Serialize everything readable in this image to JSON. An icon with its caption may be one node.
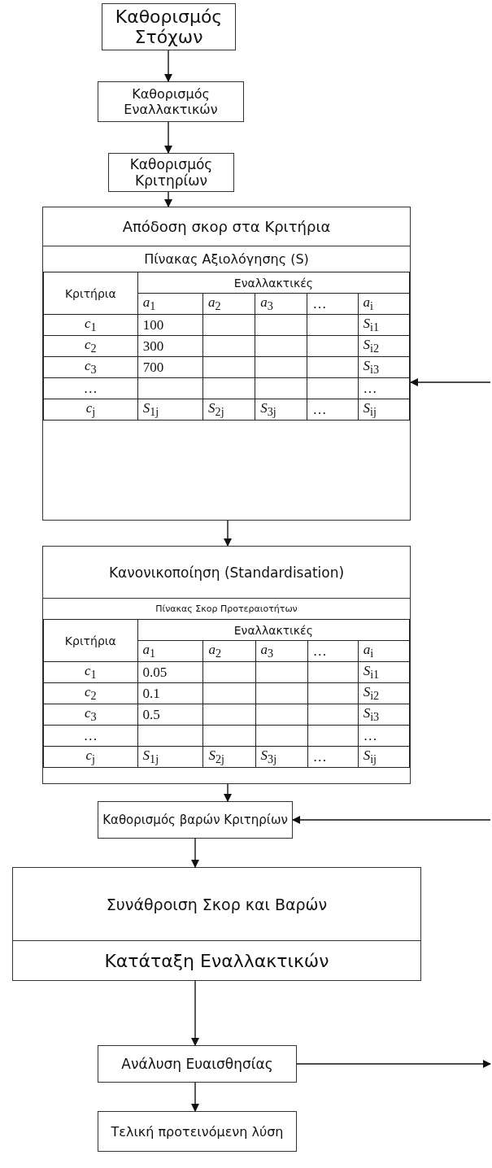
{
  "diagram": {
    "nodes": [
      {
        "text": [
          "Καθορισμός Στόχων"
        ]
      },
      {
        "text": [
          "Καθορισμός Εναλλακτικών"
        ]
      },
      {
        "text": [
          "Καθορισμός Κριτηρίων"
        ]
      },
      {
        "text": [
          "Απόδοση σκορ στα Κριτήρια",
          "Πίνακας Αξιολόγησης (S)"
        ]
      },
      {
        "text": [
          "Κανονικοποίηση (Standardisation)",
          "Πίνακας Σκορ Προτεραιοτήτων"
        ]
      },
      {
        "text": [
          "Καθορισμός βαρών Κριτηρίων"
        ]
      },
      {
        "text": [
          "Συνάθροιση Σκορ και Βαρών",
          "Κατάταξη Εναλλακτικών"
        ]
      },
      {
        "text": [
          "Ανάλυση Ευαισθησίας"
        ]
      },
      {
        "text": [
          "Τελική προτεινόμενη λύση"
        ]
      }
    ],
    "edges": [
      {
        "from": 0,
        "to": 1,
        "arrow": "to"
      },
      {
        "from": 1,
        "to": 2,
        "arrow": "to"
      },
      {
        "from": 2,
        "to": 3,
        "arrow": "to"
      },
      {
        "from": 3,
        "to": 4,
        "arrow": "to"
      },
      {
        "from": 4,
        "to": 5,
        "arrow": "to"
      },
      {
        "from": 5,
        "to": 6,
        "arrow": "to"
      },
      {
        "from": 6,
        "to": 7,
        "arrow": "to"
      },
      {
        "from": 7,
        "to": 8,
        "arrow": "to"
      },
      {
        "from": null,
        "to": 3,
        "arrow": "to"
      },
      {
        "from": null,
        "to": 5,
        "arrow": "to"
      },
      {
        "from": 7,
        "to": null,
        "arrow": "to"
      }
    ],
    "labels": [
      "Κριτήρια",
      "Εναλλακτικές",
      "*a*$_{1}$",
      "*a*$_{2}$",
      "*a*$_{3}$",
      "…",
      "*a*$_{i}$",
      "*c*$_{1}$",
      "100",
      "*S*$_{i1}$",
      "*c*$_{2}$",
      "300",
      "*S*$_{i2}$",
      "*c*$_{3}$",
      "700",
      "*S*$_{i3}$",
      "…",
      "…",
      "*c*$_{j}$",
      "*S*$_{1j}$",
      "*S*$_{2j}$",
      "*S*$_{3j}$",
      "…",
      "*S*$_{ij}$",
      "Κριτήρια",
      "Εναλλακτικές",
      "*a*$_{1}$",
      "*a*$_{2}$",
      "*a*$_{3}$",
      "…",
      "*a*$_{i}$",
      "*c*$_{1}$",
      "0.05",
      "*S*$_{i1}$",
      "*c*$_{2}$",
      "0.1",
      "*S*$_{i2}$",
      "*c*$_{3}$",
      "0.5",
      "*S*$_{i3}$",
      "…",
      "…",
      "*c*$_{j}$",
      "*S*$_{1j}$",
      "*S*$_{2j}$",
      "*S*$_{3j}$",
      "…",
      "*S*$_{ij}$"
    ]
  }
}
